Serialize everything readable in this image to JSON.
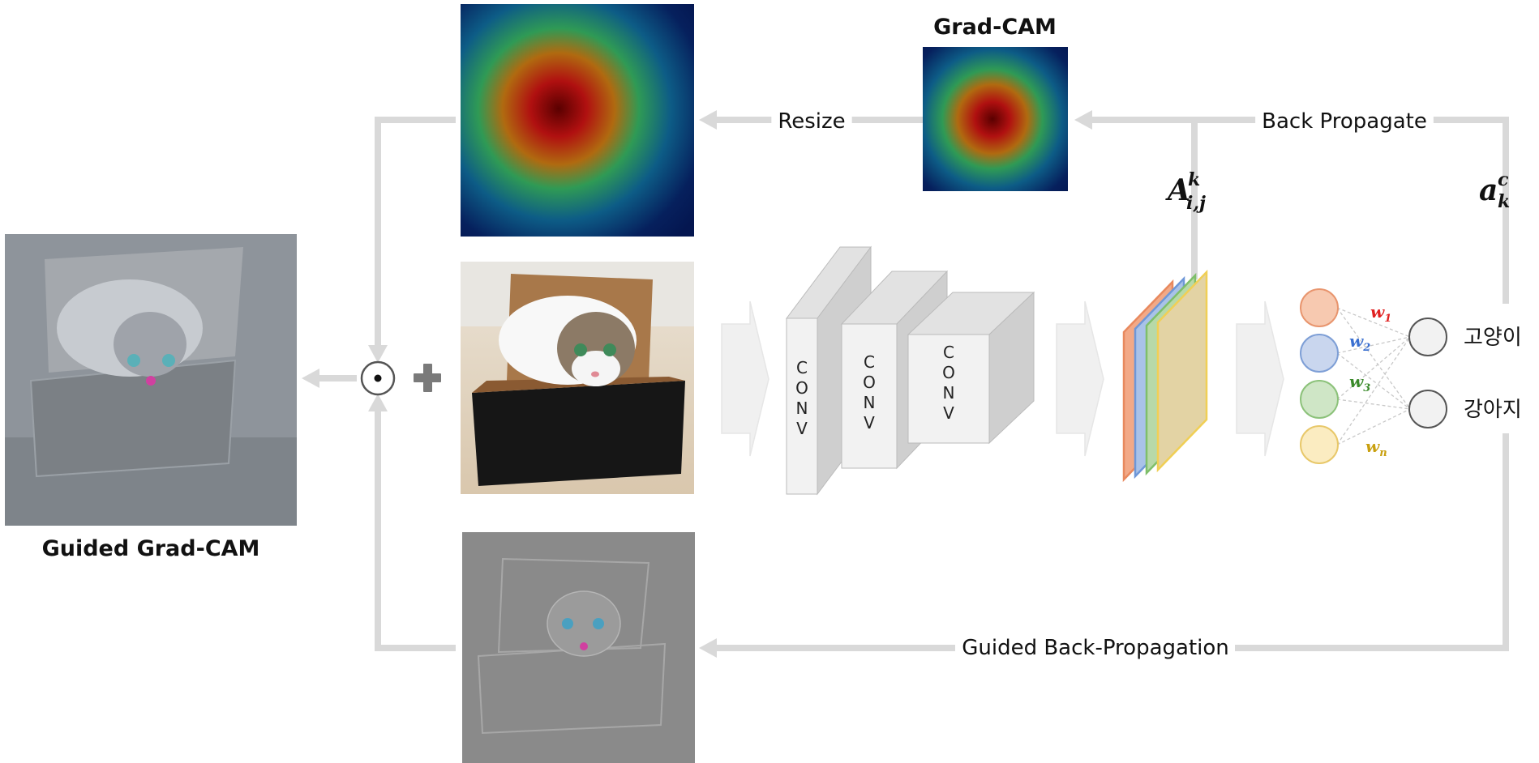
{
  "labels": {
    "grad_cam": "Grad-CAM",
    "resize": "Resize",
    "back_propagate": "Back Propagate",
    "guided_grad_cam": "Guided Grad-CAM",
    "guided_back_propagation": "Guided Back-Propagation",
    "activation_symbol": "A",
    "activation_sup": "k",
    "activation_sub": "i,j",
    "alpha_symbol": "a",
    "alpha_sup": "c",
    "alpha_sub": "k",
    "multiply_symbol": "⊙",
    "plus_symbol": "+"
  },
  "conv_layers": [
    {
      "letters": [
        "C",
        "O",
        "N",
        "V"
      ]
    },
    {
      "letters": [
        "C",
        "O",
        "N",
        "V"
      ]
    },
    {
      "letters": [
        "C",
        "O",
        "N",
        "V"
      ]
    }
  ],
  "weights": [
    {
      "symbol": "w",
      "sub": "1",
      "color": "#e02020"
    },
    {
      "symbol": "w",
      "sub": "2",
      "color": "#3a6fd0"
    },
    {
      "symbol": "w",
      "sub": "3",
      "color": "#3a8a2a"
    },
    {
      "symbol": "w",
      "sub": "n",
      "color": "#c9a010"
    }
  ],
  "input_nodes": [
    {
      "color": "#f7c9b0",
      "stroke": "#e8956e"
    },
    {
      "color": "#c9d6ee",
      "stroke": "#7e9fd6"
    },
    {
      "color": "#cfe6c6",
      "stroke": "#8cc27a"
    },
    {
      "color": "#fbecc1",
      "stroke": "#e8c86a"
    }
  ],
  "classes": [
    "고양이",
    "강아지"
  ],
  "feature_map_colors": [
    "#f2a987",
    "#a9c2e8",
    "#b7d9a8",
    "#e3d3a4"
  ],
  "feature_map_borders": [
    "#e8895e",
    "#6e97d8",
    "#7fbf6a",
    "#f0cf55"
  ],
  "colors": {
    "arrow": "#d9d9d9",
    "conv_front": "#f2f2f2",
    "conv_side": "#cfcfcf",
    "conv_top": "#e2e2e2"
  }
}
